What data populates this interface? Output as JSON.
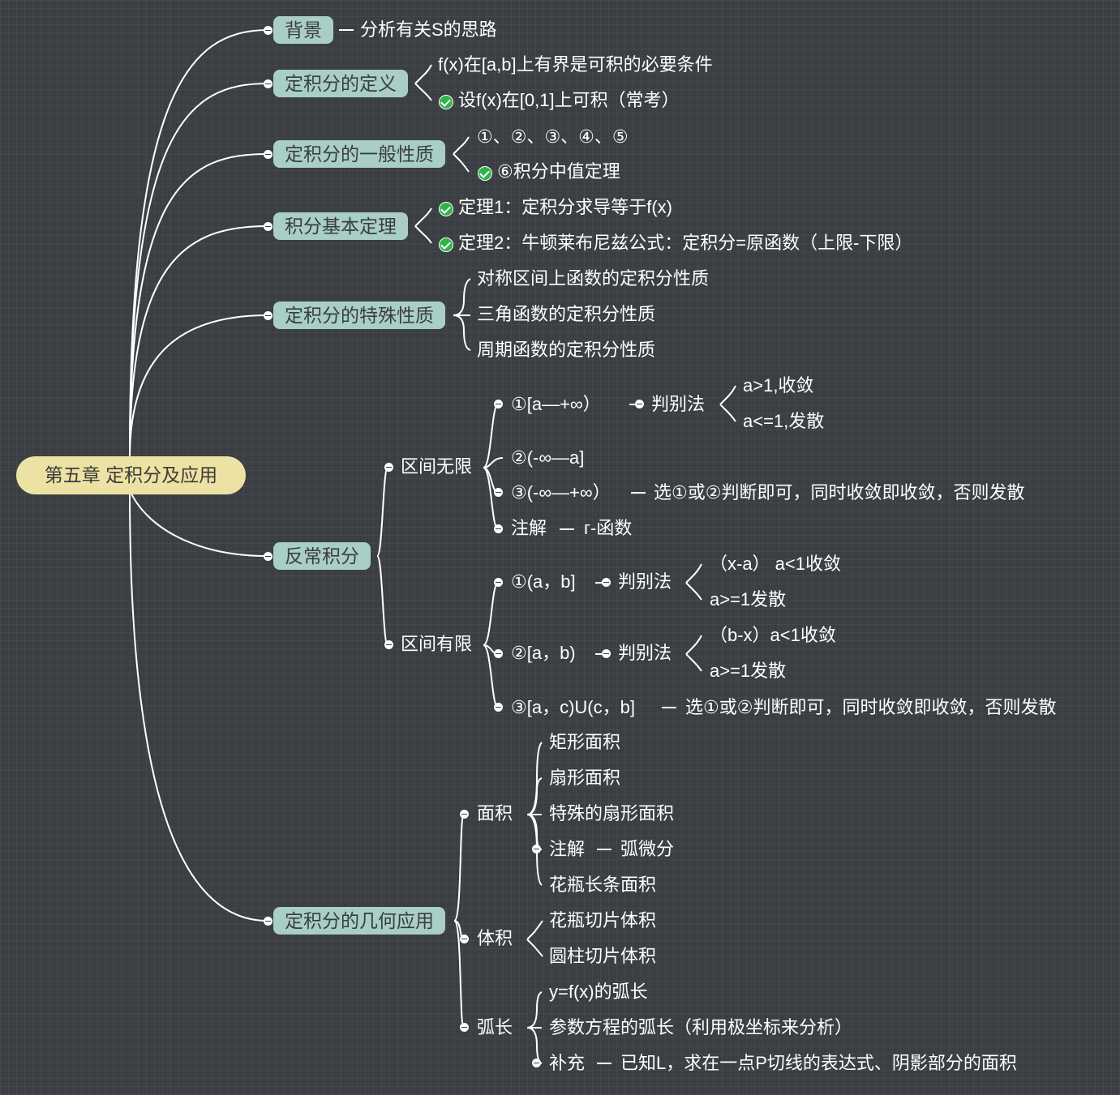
{
  "root": "第五章 定积分及应用",
  "background": {
    "topic": "背景",
    "note": "分析有关S的思路"
  },
  "definition": {
    "topic": "定积分的定义",
    "items": [
      "f(x)在[a,b]上有界是可积的必要条件",
      "设f(x)在[0,1]上可积（常考）"
    ]
  },
  "general_props": {
    "topic": "定积分的一般性质",
    "items": [
      "①、②、③、④、⑤",
      "⑥积分中值定理"
    ]
  },
  "fundamental": {
    "topic": "积分基本定理",
    "items": [
      "定理1：定积分求导等于f(x)",
      "定理2：牛顿莱布尼兹公式：定积分=原函数（上限-下限）"
    ]
  },
  "special_props": {
    "topic": "定积分的特殊性质",
    "items": [
      "对称区间上函数的定积分性质",
      "三角函数的定积分性质",
      "周期函数的定积分性质"
    ]
  },
  "improper": {
    "topic": "反常积分",
    "infinite": {
      "label": "区间无限",
      "i1": "①[a—+∞）",
      "method": "判别法",
      "c1": "a>1,收敛",
      "c2": "a<=1,发散",
      "i2": "②(-∞—a]",
      "i3": "③(-∞—+∞）",
      "i3_note": "选①或②判断即可，同时收敛即收敛，否则发散",
      "i4": "注解",
      "i4_note": "г-函数"
    },
    "finite": {
      "label": "区间有限",
      "i1": "①(a，b]",
      "method": "判别法",
      "c1": "（x-a） a<1收敛",
      "c2": "a>=1发散",
      "i2": "②[a，b)",
      "c3": "（b-x）a<1收敛",
      "c4": "a>=1发散",
      "i3": "③[a，c)U(c，b]",
      "i3_note": "选①或②判断即可，同时收敛即收敛，否则发散"
    }
  },
  "geometry": {
    "topic": "定积分的几何应用",
    "area": {
      "label": "面积",
      "items": [
        "矩形面积",
        "扇形面积",
        "特殊的扇形面积",
        "注解",
        "花瓶长条面积"
      ],
      "note": "弧微分"
    },
    "volume": {
      "label": "体积",
      "items": [
        "花瓶切片体积",
        "圆柱切片体积"
      ]
    },
    "arc": {
      "label": "弧长",
      "items": [
        "y=f(x)的弧长",
        "参数方程的弧长（利用极坐标来分析）",
        "补充"
      ],
      "note": "已知L，求在一点P切线的表达式、阴影部分的面积"
    }
  },
  "colors": {
    "background": "#3b3e42",
    "topic_pill": "#a9cfc4",
    "root_pill": "#ece2a4",
    "check": "#2fb34a",
    "line": "#ffffff"
  }
}
